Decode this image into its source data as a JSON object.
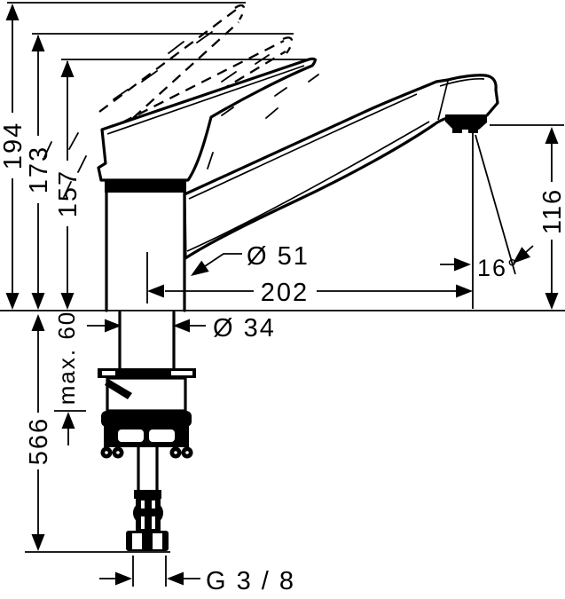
{
  "colors": {
    "background": "#ffffff",
    "line": "#000000"
  },
  "labels": {
    "height_total": "194",
    "height_handle_open": "173",
    "height_handle": "157",
    "hose_length": "566",
    "deck_thickness": "max. 60",
    "spout_height": "116",
    "spout_reach": "202",
    "body_diameter": "Ø 51",
    "hole_diameter": "Ø 34",
    "spray_angle": "16°",
    "thread_size": "G 3 / 8"
  }
}
